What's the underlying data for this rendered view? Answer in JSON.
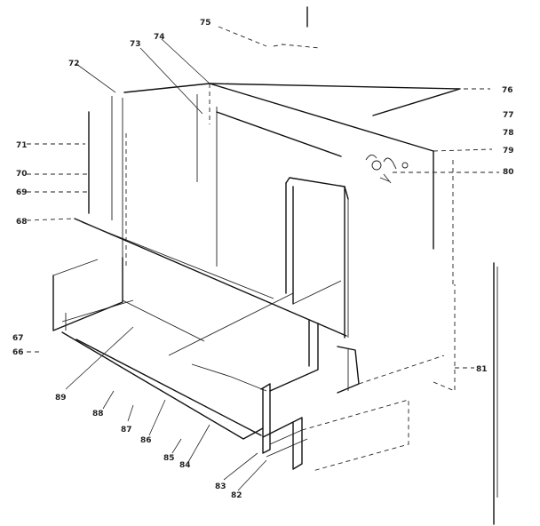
{
  "diagram": {
    "type": "exploded-parts-drawing",
    "callouts": [
      {
        "id": "c75",
        "text": "75"
      },
      {
        "id": "c74",
        "text": "74"
      },
      {
        "id": "c73",
        "text": "73"
      },
      {
        "id": "c72",
        "text": "72"
      },
      {
        "id": "c76",
        "text": "76"
      },
      {
        "id": "c77",
        "text": "77"
      },
      {
        "id": "c78",
        "text": "78"
      },
      {
        "id": "c79",
        "text": "79"
      },
      {
        "id": "c80",
        "text": "80"
      },
      {
        "id": "c71",
        "text": "71"
      },
      {
        "id": "c70",
        "text": "70"
      },
      {
        "id": "c69",
        "text": "69"
      },
      {
        "id": "c68",
        "text": "68"
      },
      {
        "id": "c67",
        "text": "67"
      },
      {
        "id": "c66",
        "text": "66"
      },
      {
        "id": "c81",
        "text": "81"
      },
      {
        "id": "c89",
        "text": "89"
      },
      {
        "id": "c88",
        "text": "88"
      },
      {
        "id": "c87",
        "text": "87"
      },
      {
        "id": "c86",
        "text": "86"
      },
      {
        "id": "c85",
        "text": "85"
      },
      {
        "id": "c84",
        "text": "84"
      },
      {
        "id": "c83",
        "text": "83"
      },
      {
        "id": "c82",
        "text": "82"
      }
    ]
  }
}
